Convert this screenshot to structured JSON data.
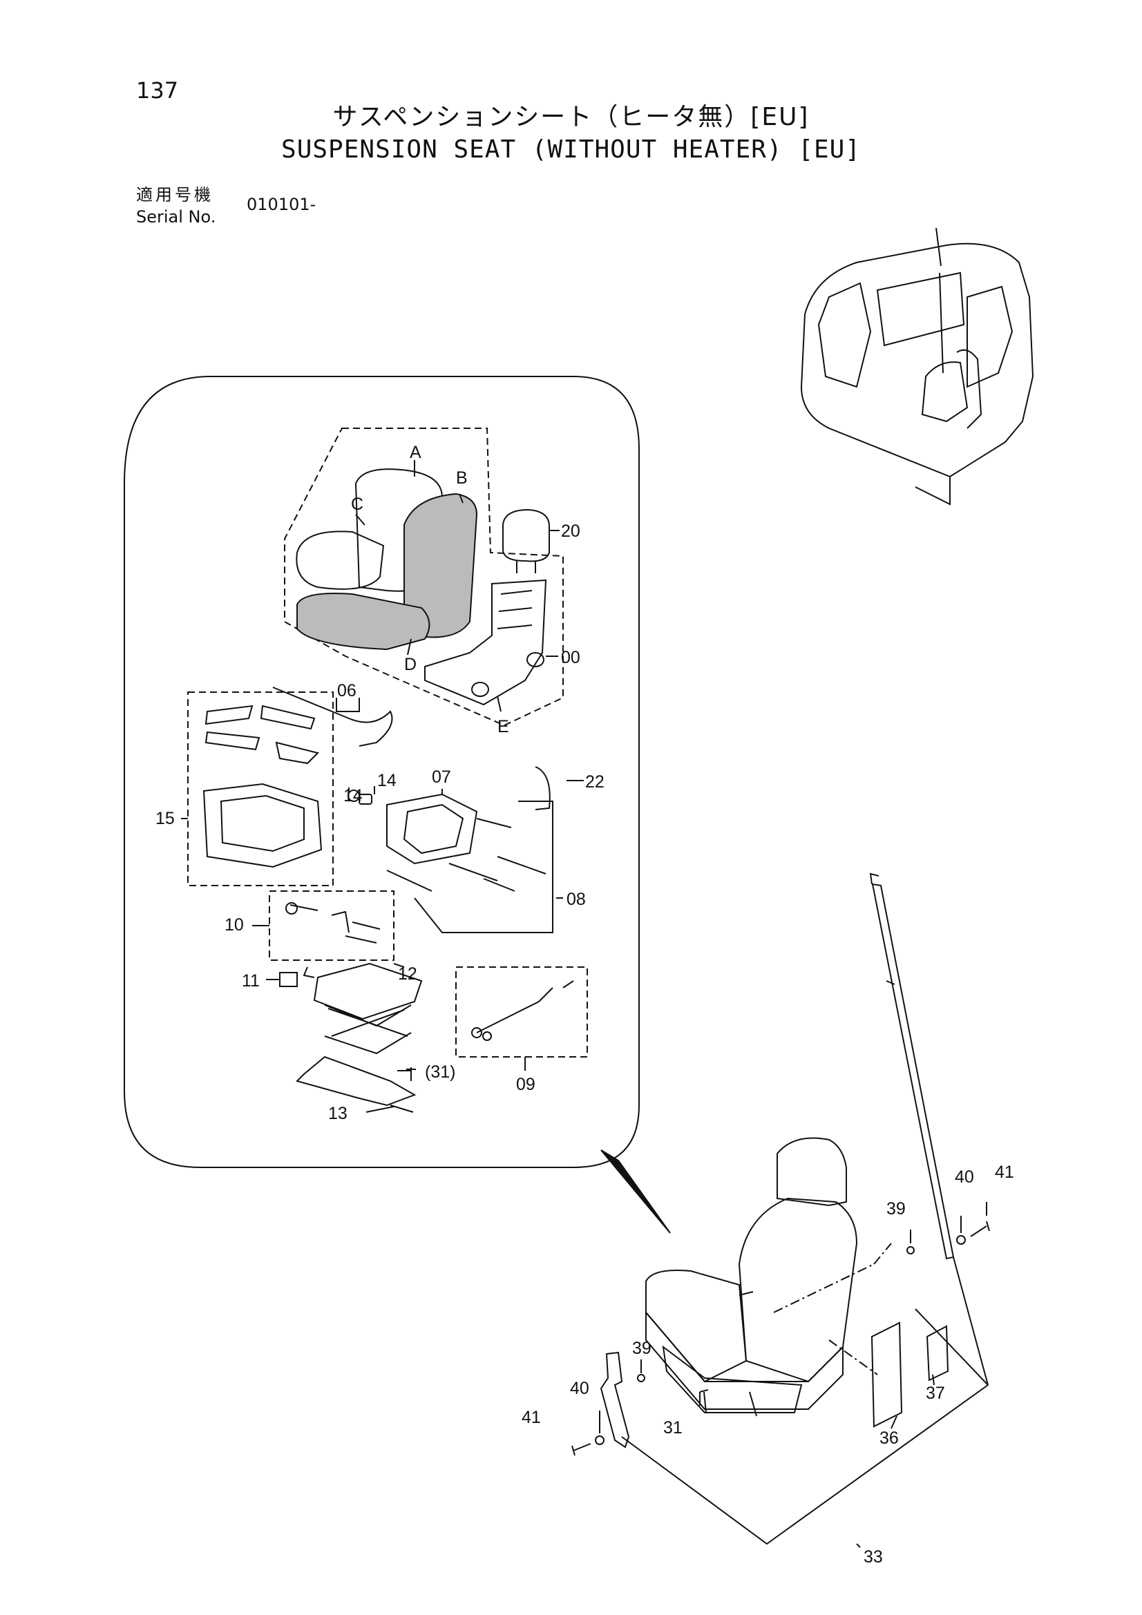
{
  "page": {
    "number": "137",
    "title_jp": "サスペンションシート（ヒータ無）[EU]",
    "title_en": "SUSPENSION SEAT (WITHOUT HEATER) [EU]",
    "serial_label_jp": "適用号機",
    "serial_label_en": "Serial No.",
    "serial_value": "010101-"
  },
  "callouts": {
    "A": "A",
    "B": "B",
    "C": "C",
    "D": "D",
    "E": "E",
    "p20": "20",
    "p00": "00",
    "p06": "06",
    "p15": "15",
    "p14a": "14",
    "p14b": "14",
    "p07": "07",
    "p22": "22",
    "p08": "08",
    "p10": "10",
    "p11": "11",
    "p12": "12",
    "p09": "09",
    "p31a": "(31)",
    "p13": "13",
    "p39a": "39",
    "p40a": "40",
    "p41a": "41",
    "p39b": "39",
    "p40b": "40",
    "p41b": "41",
    "p31b": "31",
    "p36": "36",
    "p37": "37",
    "p33": "33"
  }
}
